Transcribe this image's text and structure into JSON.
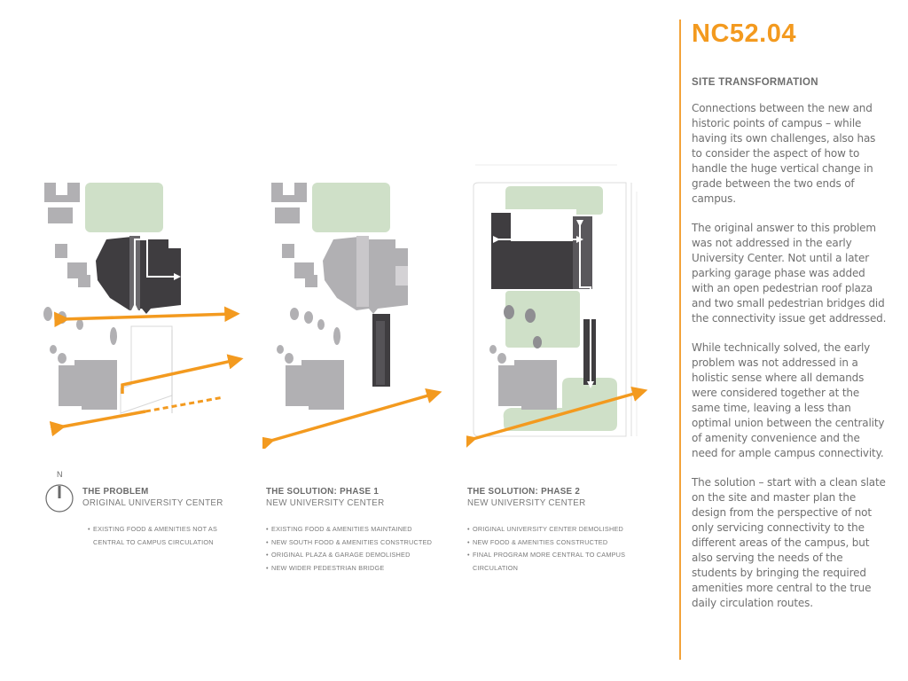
{
  "project": {
    "code": "NC52.04"
  },
  "article": {
    "title": "SITE TRANSFORMATION",
    "paragraphs": [
      "Connections between the new and historic points of campus – while having its own challenges, also has to consider the aspect of how to handle the huge vertical change in grade between the two ends of campus.",
      "The original answer to this problem was not addressed in the early University Center. Not until a later parking garage phase was added with an open pedestrian roof plaza and two small pedestrian bridges did the connectivity issue get addressed.",
      "While technically solved, the early problem was not addressed in a holistic sense where all demands were considered together at the same time, leaving a less than optimal union between the centrality of amenity convenience and the need for ample campus connectivity.",
      "The solution – start with a clean slate on the site and master plan the design from the perspective of not only servicing connectivity to the different areas of the campus, but also serving the needs of the students by bringing the required amenities more central to the true daily circulation routes."
    ]
  },
  "north_label": "N",
  "panels": [
    {
      "title": "THE PROBLEM",
      "subtitle": "ORIGINAL UNIVERSITY CENTER",
      "bullets": [
        "EXISTING FOOD & AMENITIES NOT  AS",
        "CENTRAL TO CAMPUS CIRCULATION"
      ]
    },
    {
      "title": "THE SOLUTION: PHASE 1",
      "subtitle": "NEW UNIVERSITY CENTER",
      "bullets": [
        "EXISTING FOOD & AMENITIES MAINTAINED",
        "NEW SOUTH FOOD & AMENITIES CONSTRUCTED",
        "ORIGINAL PLAZA & GARAGE DEMOLISHED",
        "NEW WIDER PEDESTRIAN BRIDGE"
      ]
    },
    {
      "title": "THE SOLUTION: PHASE 2",
      "subtitle": "NEW UNIVERSITY CENTER",
      "bullets": [
        "ORIGINAL UNIVERSITY CENTER DEMOLISHED",
        "NEW FOOD & AMENITIES CONSTRUCTED",
        "FINAL PROGRAM MORE CENTRAL TO CAMPUS",
        "CIRCULATION"
      ]
    }
  ],
  "colors": {
    "accent": "#f39a1f",
    "green": "#cfe0c8",
    "light_gray": "#b1b0b3",
    "dark": "#3f3d40",
    "text": "#707070"
  }
}
